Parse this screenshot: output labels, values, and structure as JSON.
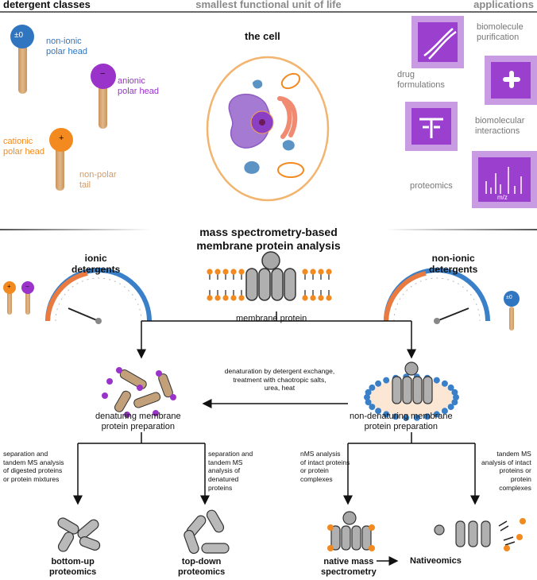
{
  "top": {
    "left_header": "detergent classes",
    "center_header": "smallest functional unit of life",
    "right_header": "applications"
  },
  "detergents": {
    "nonionic": {
      "symbol": "±0",
      "label": "non-ionic\npolar head",
      "color": "#2f75c0"
    },
    "anionic": {
      "symbol": "−",
      "label": "anionic\npolar head",
      "color": "#9a33c9"
    },
    "cationic": {
      "symbol": "+",
      "label": "cationic\npolar head",
      "color": "#f28a1f"
    },
    "tail": {
      "label": "non-polar\ntail",
      "color": "#d7aa7c"
    }
  },
  "cell": {
    "title": "the cell"
  },
  "applications": {
    "items": [
      {
        "label": "biomolecule\npurification",
        "icon": "cross-icon"
      },
      {
        "label": "drug\nformulations",
        "icon": "dna-icon"
      },
      {
        "label": "biomolecular\ninteractions",
        "icon": "interaction-icon"
      },
      {
        "label": "proteomics",
        "icon": "mass-spectrum-icon"
      }
    ],
    "ms_axis": "m/z",
    "tile_color": "#9b3fcf",
    "tile_border": "#c99be3"
  },
  "analysis": {
    "title": "mass spectrometry-based\nmembrane protein analysis",
    "ionic_label": "ionic\ndetergents",
    "nonionic_label": "non-ionic\ndetergents",
    "gauge_ionic_symbols": [
      "+",
      "−"
    ],
    "gauge_nonionic_symbol": "±0",
    "membrane_protein_label": "membrane protein",
    "exchange_text": "denaturation by detergent exchange,\ntreatment with chaotropic salts,\nurea, heat",
    "denaturing_label": "denaturing membrane\nprotein preparation",
    "nondenaturing_label": "non-denaturing membrane\nprotein preparation",
    "left_branch_1": "separation and\ntandem MS analysis\nof digested proteins\nor protein mixtures",
    "left_branch_2": "separation and\ntandem MS\nanalysis of\ndenatured\nproteins",
    "right_branch_1": "nMS analysis\nof intact proteins\nor protein\ncomplexes",
    "right_branch_2": "tandem MS\nanalysis of intact\nproteins or\nprotein\ncomplexes",
    "bottom_up": "bottom-up\nproteomics",
    "top_down": "top-down\nproteomics",
    "native_ms": "native mass\nspectrometry",
    "nativeomics": "Nativeomics"
  }
}
